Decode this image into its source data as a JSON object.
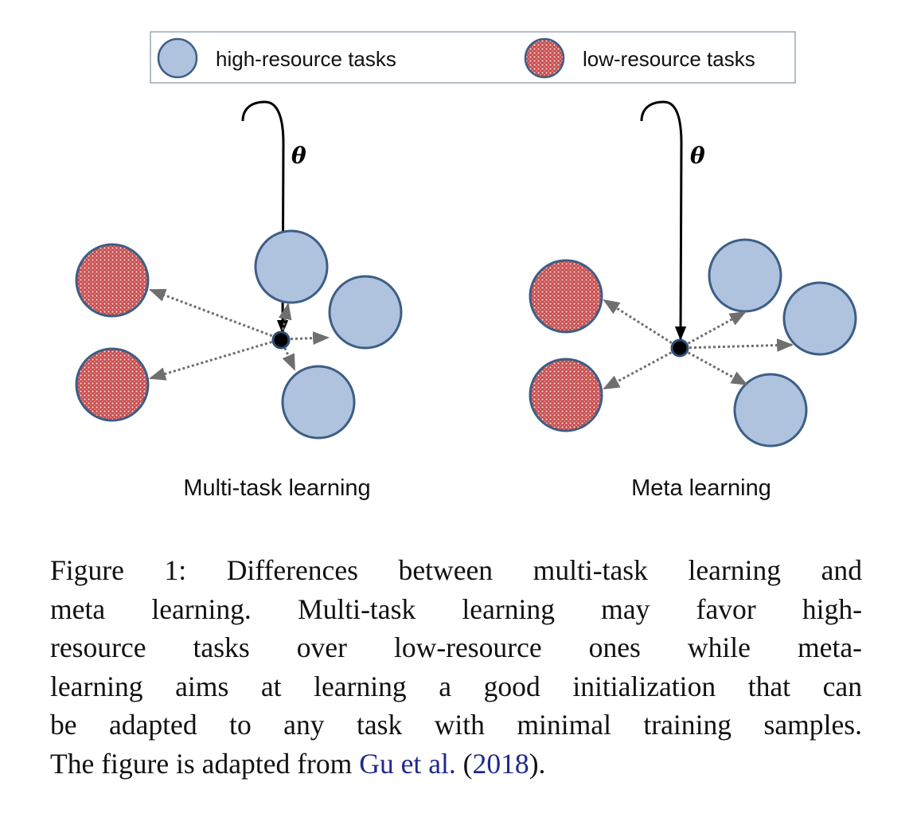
{
  "legend": {
    "high_label": "high-resource tasks",
    "low_label": "low-resource tasks"
  },
  "parameter_symbol": "θ",
  "panels": {
    "left_title": "Multi-task learning",
    "right_title": "Meta learning"
  },
  "caption": {
    "line1": "Figure 1: Differences between multi-task learning and",
    "line2": "meta learning.  Multi-task learning may favor high-",
    "line3": "resource tasks over low-resource ones while meta-",
    "line4": "learning aims at learning a good initialization that can",
    "line5": "be adapted to any task with minimal training samples.",
    "line6_prefix": "The figure is adapted from ",
    "citation_author": "Gu et al.",
    "citation_year": "2018",
    "line6_suffix": "."
  },
  "colors": {
    "high_fill": "#afc3df",
    "circle_stroke": "#3d5e86",
    "low_fill": "#c94a4a",
    "low_dot": "#f2dede",
    "arrow": "#6f6f6f",
    "citation": "#1f2a8a"
  }
}
